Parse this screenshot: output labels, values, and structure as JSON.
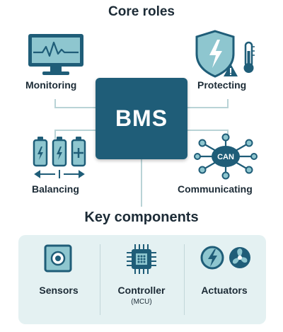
{
  "header": {
    "title": "Core roles"
  },
  "center": {
    "label": "BMS"
  },
  "roles": {
    "monitoring": {
      "label": "Monitoring",
      "icon": "monitor-waveform-icon"
    },
    "protecting": {
      "label": "Protecting",
      "icon": "shield-lightning-thermometer-icon"
    },
    "balancing": {
      "label": "Balancing",
      "icon": "battery-cells-balance-icon"
    },
    "communicating": {
      "label": "Communicating",
      "icon": "can-network-icon",
      "badge": "CAN"
    }
  },
  "components_section": {
    "title": "Key components",
    "items": [
      {
        "label": "Sensors",
        "icon": "sensor-icon"
      },
      {
        "label": "Controller",
        "sub": "(MCU)",
        "icon": "chip-icon"
      },
      {
        "label": "Actuators",
        "icon": "bolt-fan-icon"
      }
    ]
  },
  "colors": {
    "primary": "#1f5d78",
    "icon_fill": "#8ec6cf",
    "panel": "#e4f1f2",
    "connector": "#b9d3d6",
    "text": "#1c2b36"
  }
}
